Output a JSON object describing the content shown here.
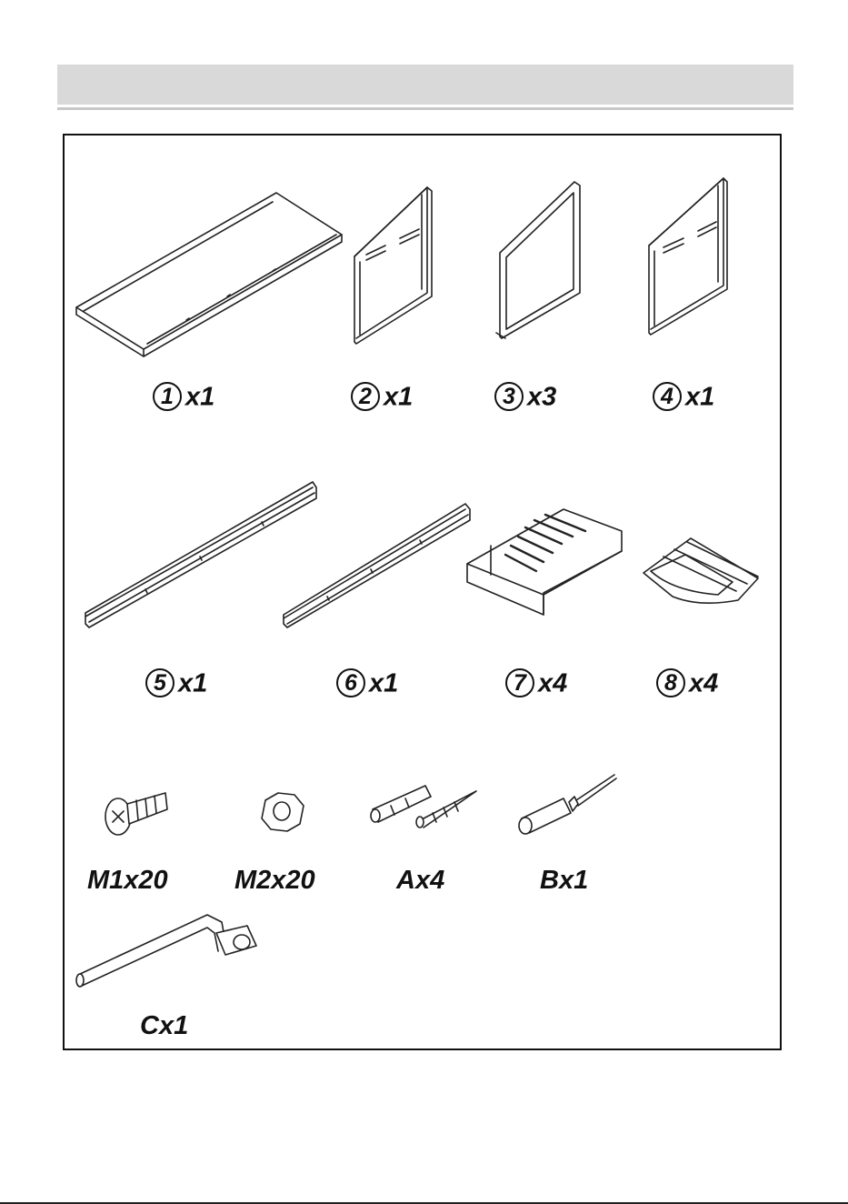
{
  "parts": [
    {
      "number": "1",
      "qty": "x1",
      "icon": "shelf-board-icon"
    },
    {
      "number": "2",
      "qty": "x1",
      "icon": "side-panel-icon"
    },
    {
      "number": "3",
      "qty": "x3",
      "icon": "divider-frame-icon"
    },
    {
      "number": "4",
      "qty": "x1",
      "icon": "side-panel-icon"
    },
    {
      "number": "5",
      "qty": "x1",
      "icon": "long-rail-icon"
    },
    {
      "number": "6",
      "qty": "x1",
      "icon": "short-rail-icon"
    },
    {
      "number": "7",
      "qty": "x4",
      "icon": "drawer-tray-icon"
    },
    {
      "number": "8",
      "qty": "x4",
      "icon": "roller-holder-icon"
    }
  ],
  "hardware": [
    {
      "label": "M1x20",
      "icon": "screw-icon"
    },
    {
      "label": "M2x20",
      "icon": "hex-nut-icon"
    },
    {
      "label": "Ax4",
      "icon": "wall-anchor-icon"
    },
    {
      "label": "Bx1",
      "icon": "screwdriver-icon"
    },
    {
      "label": "Cx1",
      "icon": "socket-wrench-icon"
    }
  ]
}
